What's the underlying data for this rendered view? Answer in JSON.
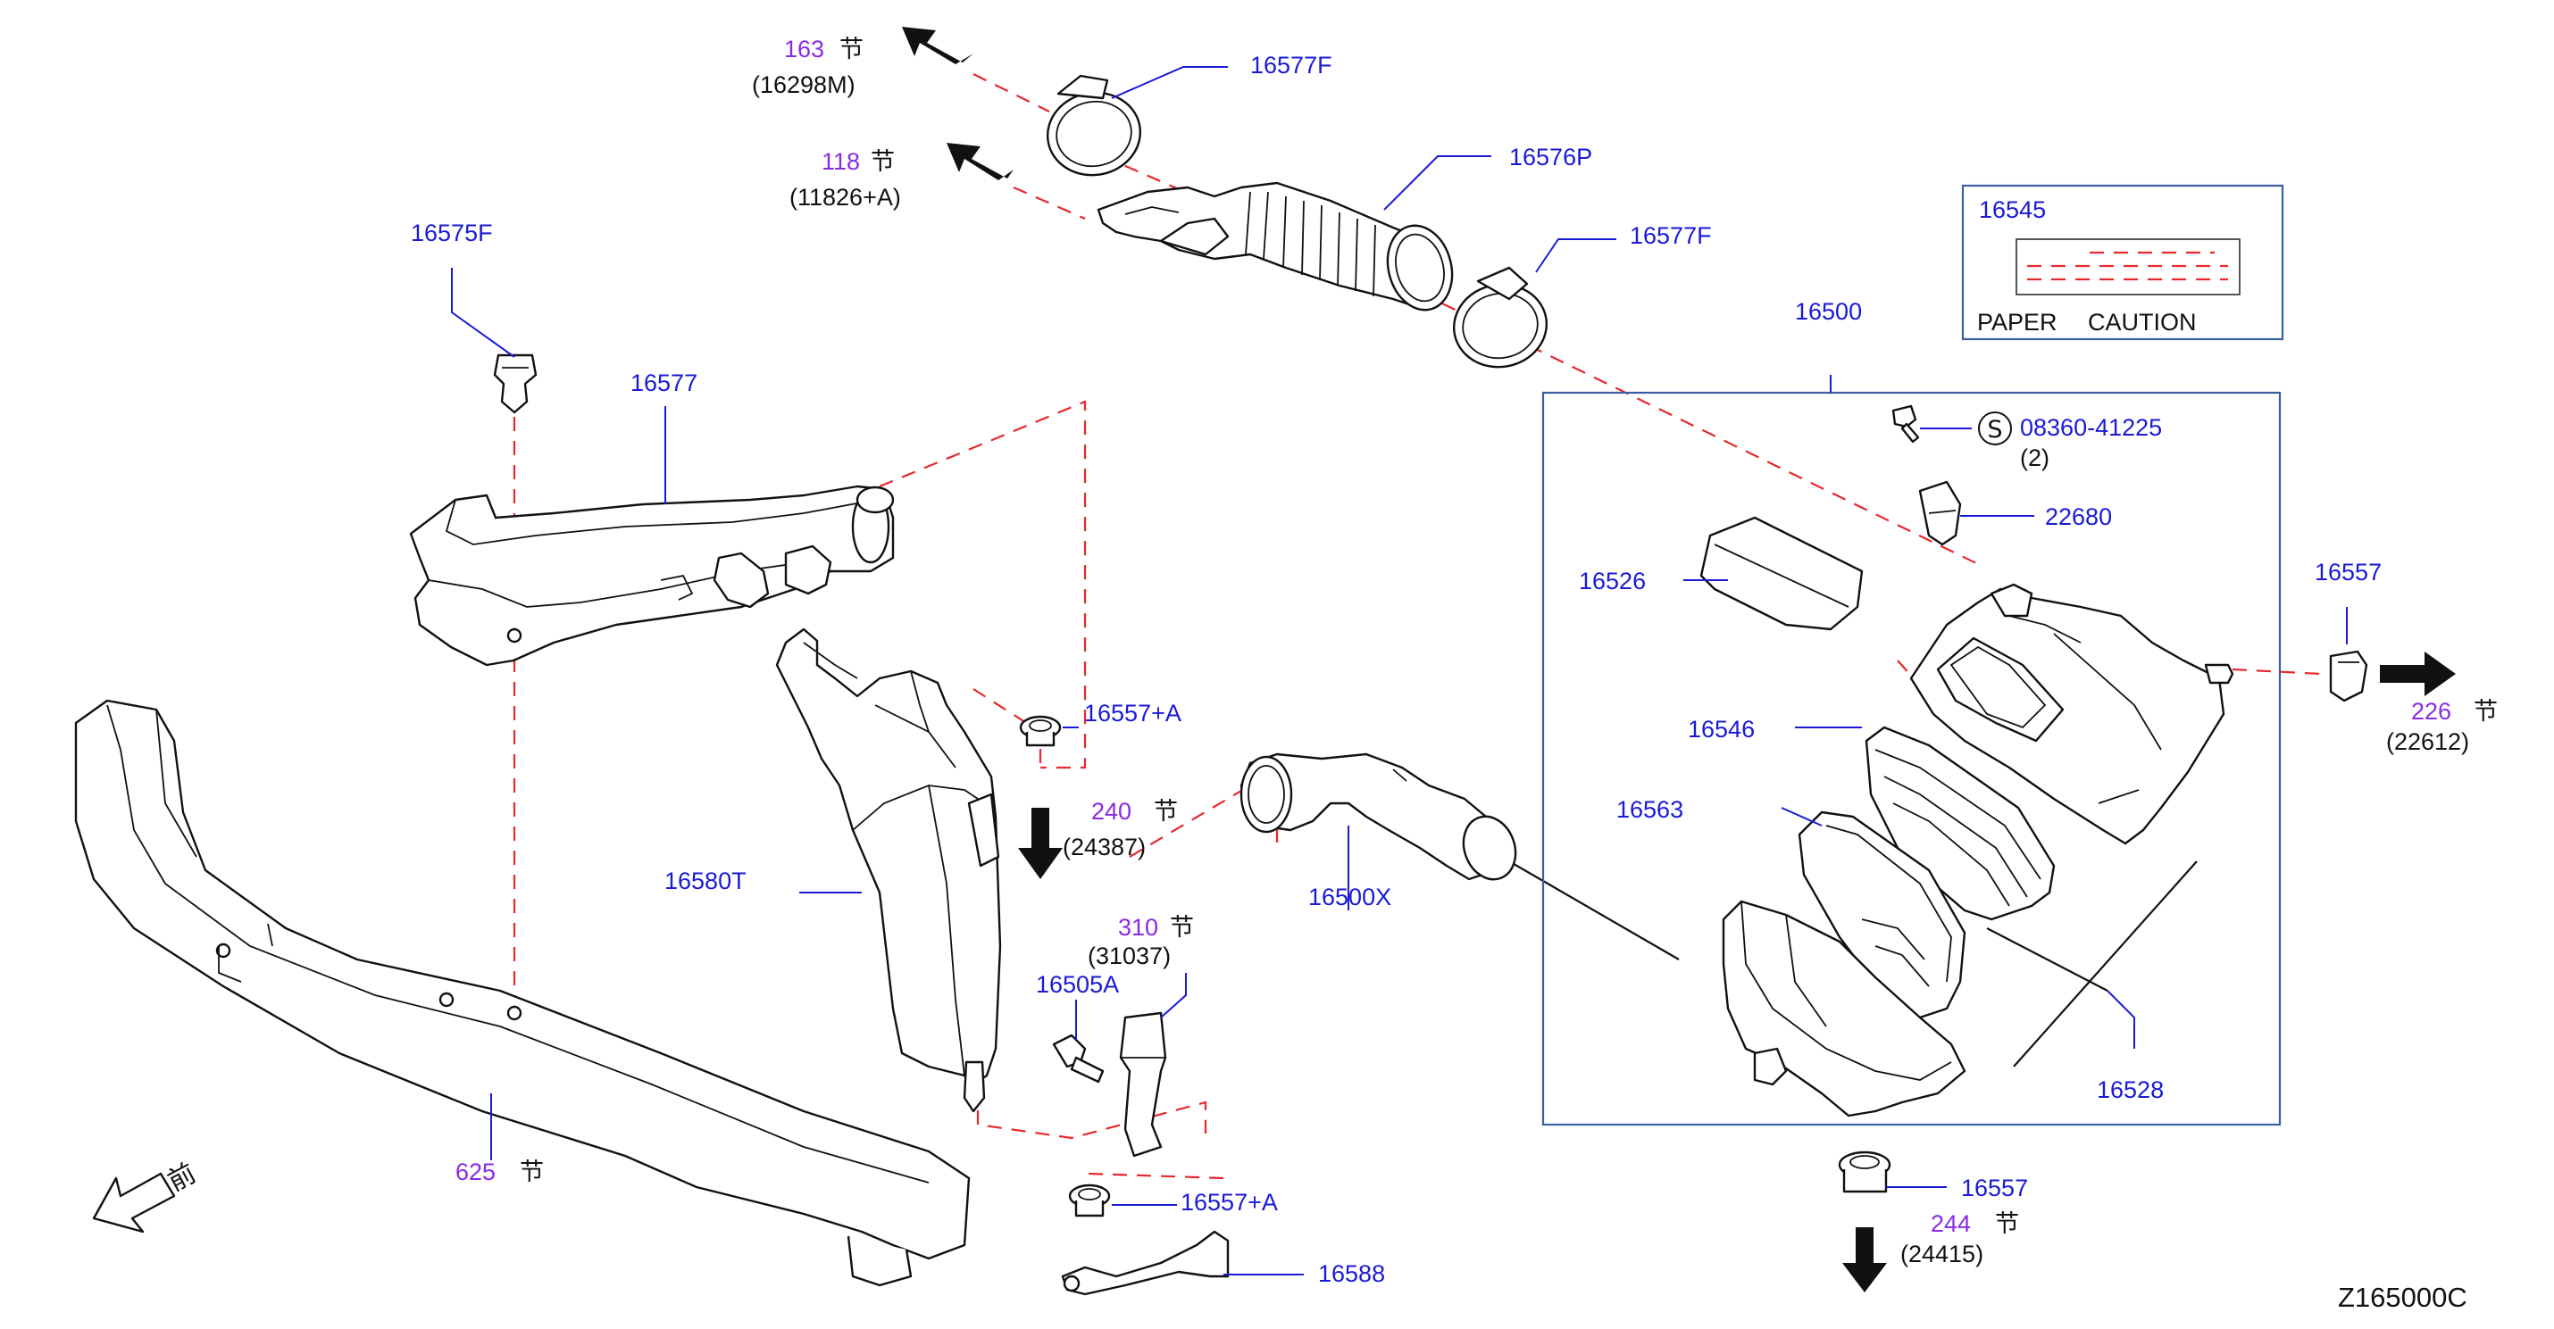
{
  "diagram_id": "Z165000C",
  "front_label": "前",
  "section_char": "节",
  "callouts": {
    "p16577F_top": "16577F",
    "p16576P": "16576P",
    "p16577F_right": "16577F",
    "p16575F": "16575F",
    "p16577": "16577",
    "p16557A_upper": "16557+A",
    "p16580T": "16580T",
    "p16500X": "16500X",
    "p16505A": "16505A",
    "p16557A_lower": "16557+A",
    "p16588": "16588",
    "p16500": "16500",
    "p08360": "08360-41225",
    "p08360_qty": "(2)",
    "p22680": "22680",
    "p16526": "16526",
    "p16546": "16546",
    "p16563": "16563",
    "p16528": "16528",
    "p16557_right": "16557",
    "p16557_bottom": "16557"
  },
  "section_refs": {
    "r163": {
      "num": "163",
      "code": "(16298M)"
    },
    "r118": {
      "num": "118",
      "code": "(11826+A)"
    },
    "r240": {
      "num": "240",
      "code": "(24387)"
    },
    "r310": {
      "num": "310",
      "code": "(31037)"
    },
    "r226": {
      "num": "226",
      "code": "(22612)"
    },
    "r244": {
      "num": "244",
      "code": "(24415)"
    },
    "r625": {
      "num": "625"
    }
  },
  "label_box": {
    "part_number": "16545",
    "text_paper": "PAPER",
    "text_caution": "CAUTION"
  },
  "standard_part_marker": "S",
  "colors": {
    "part_number": "#1a1ad6",
    "section_ref": "#8a2be2",
    "dashed_guide": "#e8282b",
    "box_border": "#3a5fa0"
  }
}
